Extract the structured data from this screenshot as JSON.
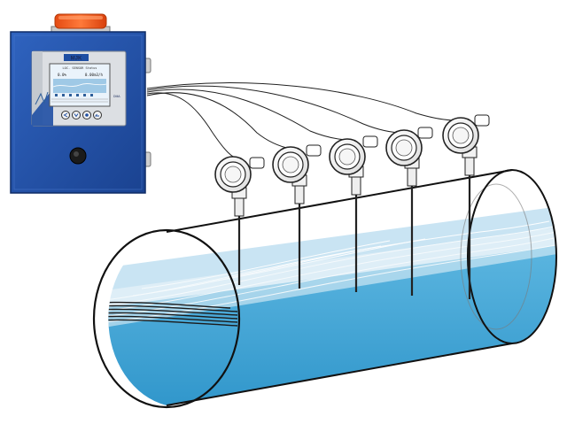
{
  "controller": {
    "brand": "MJK",
    "screen_title": "LOC. SENSOR Status",
    "reading_left": "0.0%",
    "reading_right": "0.00m3/h",
    "side_label": "DMA",
    "buttons": [
      "left-arrow",
      "down-arrow",
      "ok",
      "back-arrow"
    ]
  },
  "sensors": {
    "count": 5
  },
  "colors": {
    "cabinet_blue": "#1f4fa3",
    "beacon_orange": "#f05a1e",
    "water_blue": "#2f9dd3",
    "water_light": "#b8dcef"
  }
}
